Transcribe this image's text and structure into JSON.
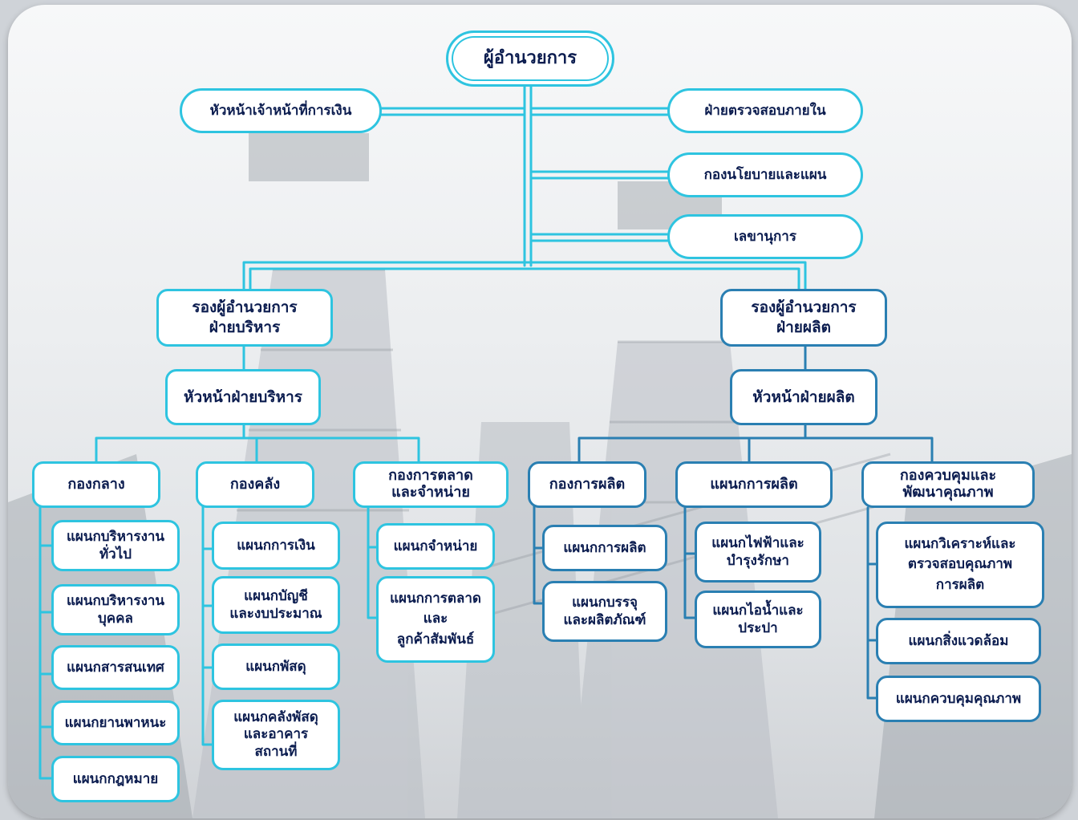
{
  "colors": {
    "admin_line": "#2ec4e0",
    "production_line": "#2a7fb2",
    "text": "#0b1c4f"
  },
  "chart": {
    "director": "ผู้อำนวยการ",
    "finance_head": "หัวหน้าเจ้าหน้าที่การเงิน",
    "internal_audit": "ฝ่ายตรวจสอบภายใน",
    "policy_plan": "กองนโยบายและแผน",
    "secretary": "เลขานุการ",
    "deputy_admin": "รองผู้อำนวยการ\nฝ่ายบริหาร",
    "deputy_production": "รองผู้อำนวยการ\nฝ่ายผลิต",
    "head_admin": "หัวหน้าฝ่ายบริหาร",
    "head_production": "หัวหน้าฝ่ายผลิต",
    "central": {
      "name": "กองกลาง",
      "units": [
        "แผนกบริหารงาน\nทั่วไป",
        "แผนกบริหารงาน\nบุคคล",
        "แผนกสารสนเทศ",
        "แผนกยานพาหนะ",
        "แผนกกฎหมาย"
      ]
    },
    "treasury": {
      "name": "กองคลัง",
      "units": [
        "แผนกการเงิน",
        "แผนกบัญชี\nและงบประมาณ",
        "แผนกพัสดุ",
        "แผนกคลังพัสดุ\nและอาคาร\nสถานที่"
      ]
    },
    "marketing": {
      "name": "กองการตลาด\nและจำหน่าย",
      "units": [
        "แผนกจำหน่าย",
        "แผนกการตลาด\nและ\nลูกค้าสัมพันธ์"
      ]
    },
    "production_div": {
      "name": "กองการผลิต",
      "units": [
        "แผนกการผลิต",
        "แผนกบรรจุ\nและผลิตภัณฑ์"
      ]
    },
    "production_plan": {
      "name": "แผนกการผลิต",
      "units": [
        "แผนกไฟฟ้าและ\nบำรุงรักษา",
        "แผนกไอน้ำและ\nประปา"
      ]
    },
    "quality": {
      "name": "กองควบคุมและ\nพัฒนาคุณภาพ",
      "units": [
        "แผนกวิเคราะห์และ\nตรวจสอบคุณภาพ\nการผลิต",
        "แผนกสิ่งแวดล้อม",
        "แผนกควบคุมคุณภาพ"
      ]
    }
  }
}
